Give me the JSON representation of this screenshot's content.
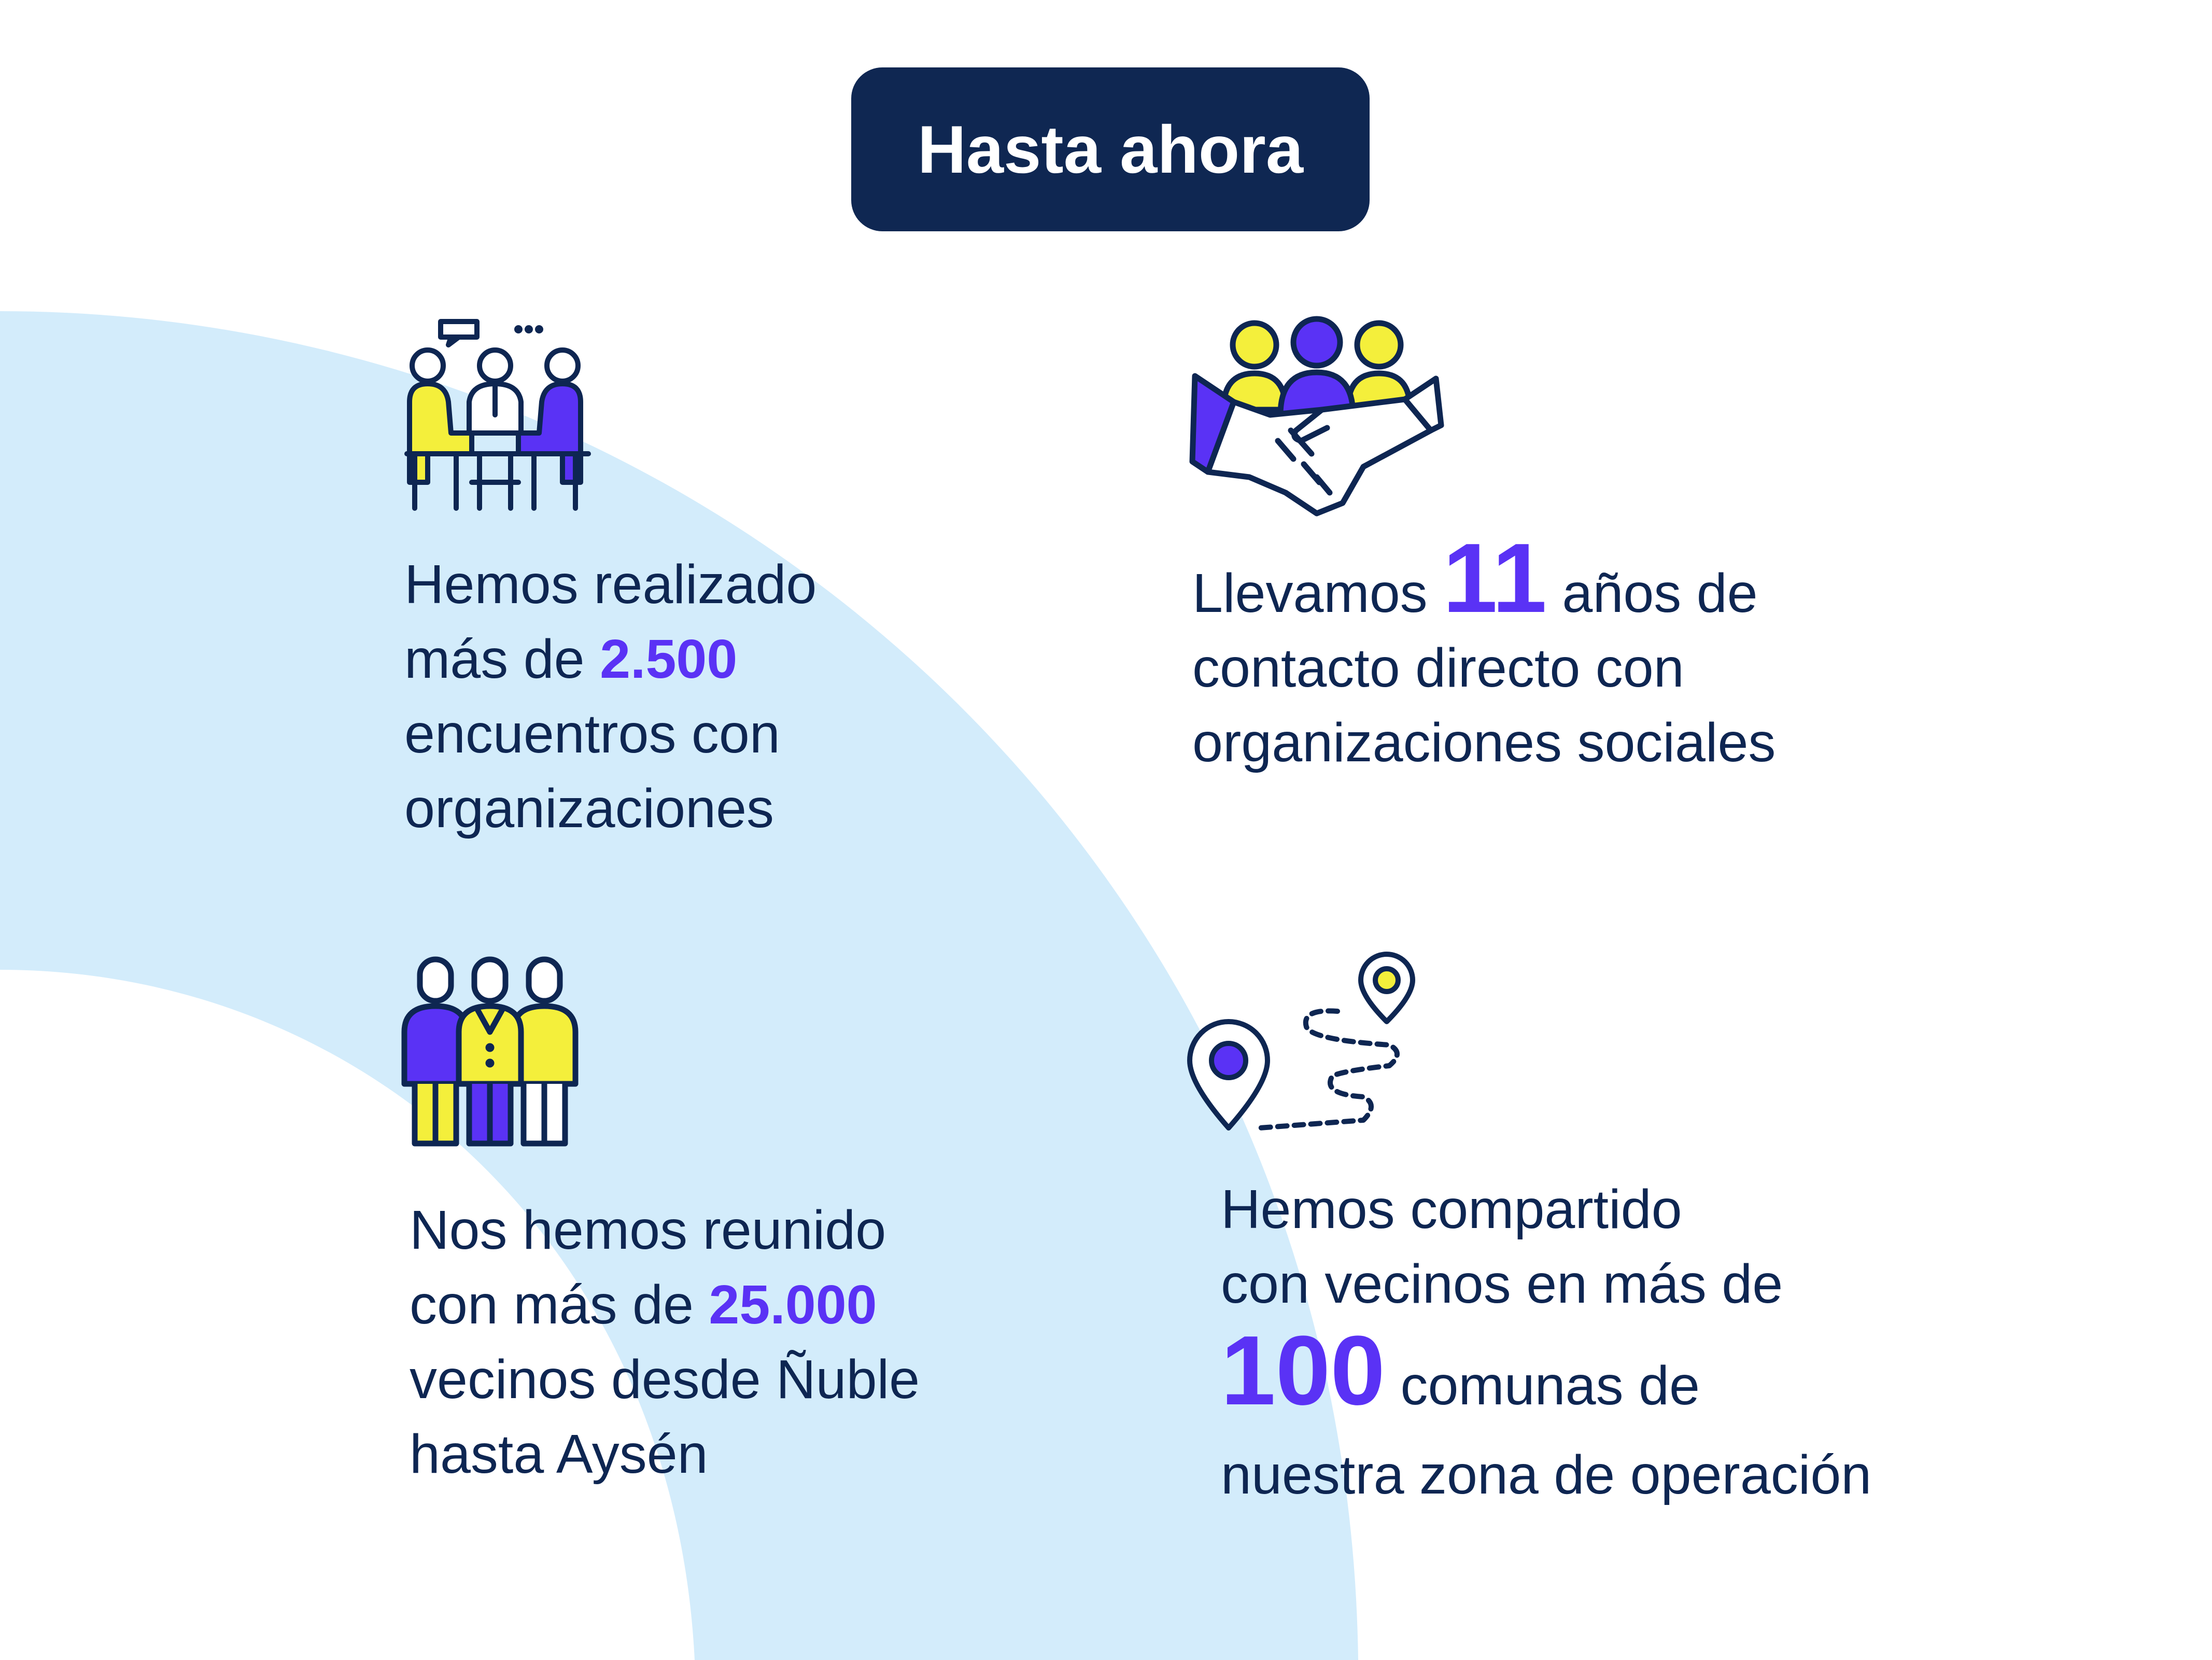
{
  "header": {
    "title": "Hasta ahora"
  },
  "colors": {
    "navy": "#0f2752",
    "accent": "#5a32f5",
    "yellow": "#f4ef3b",
    "light_blue": "#d3ecfb"
  },
  "stats": [
    {
      "icon": "meeting-table-icon",
      "lines": [
        "Hemos realizado",
        "más de ",
        "encuentros con",
        "organizaciones"
      ],
      "number": "2.500"
    },
    {
      "icon": "handshake-icon",
      "prefix": "Llevamos ",
      "number": "11",
      "suffix": " años de",
      "lines": [
        "contacto directo con",
        "organizaciones sociales"
      ]
    },
    {
      "icon": "group-people-icon",
      "lines": [
        "Nos hemos reunido",
        "con más de ",
        "vecinos desde Ñuble",
        "hasta Aysén"
      ],
      "number": "25.000"
    },
    {
      "icon": "route-pins-icon",
      "lines": [
        "Hemos compartido",
        "con vecinos en más de",
        " comunas de",
        "nuestra zona de operación"
      ],
      "number": "100"
    }
  ]
}
